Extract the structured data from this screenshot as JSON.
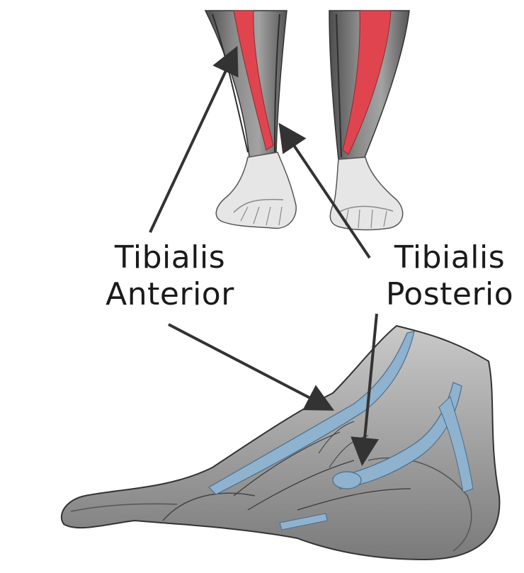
{
  "labels": {
    "anterior": {
      "line1": "Tibialis",
      "line2": "Anterior"
    },
    "posterior": {
      "line1": "Tibialis",
      "line2": "Posterio"
    }
  },
  "colors": {
    "muscle_highlight": "#e0454f",
    "tendon_highlight": "#8fb2cf",
    "leg_shading": "#6e6e6e",
    "arrow": "#333333"
  }
}
